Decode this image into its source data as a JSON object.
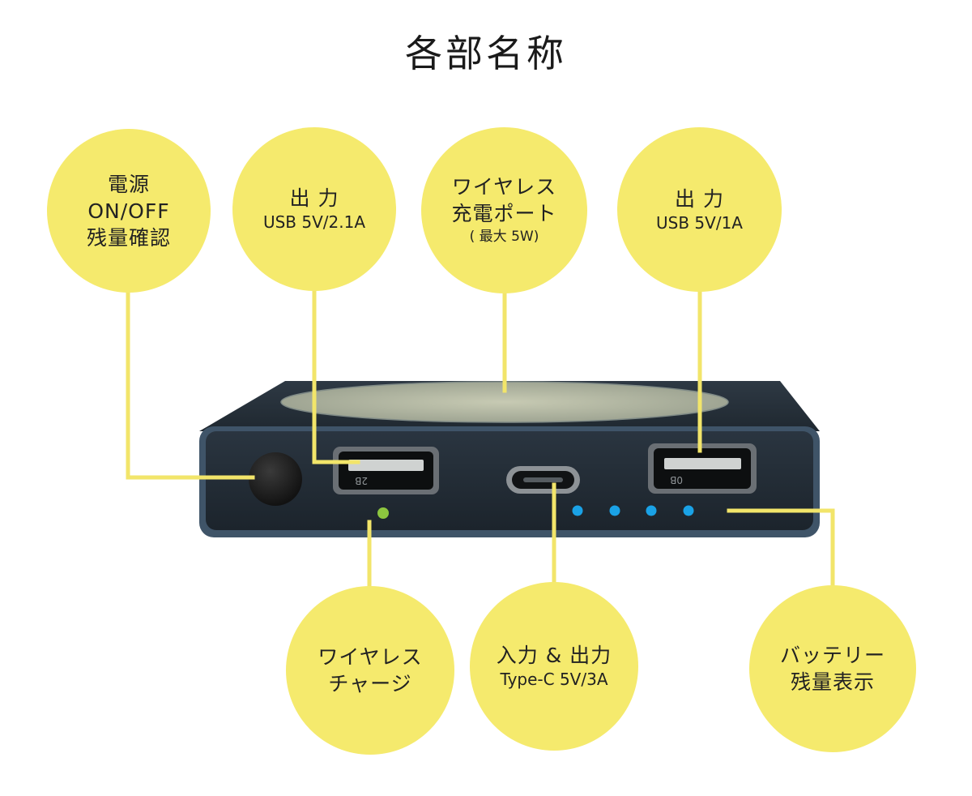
{
  "title": "各部名称",
  "colors": {
    "bubble": "#f5ea6d",
    "leader_line": "#f2e56a",
    "device_body": "#2b3640",
    "device_edge": "#3f5468",
    "led_blue": "#1aa2e6",
    "led_green": "#8dc63f"
  },
  "callouts": {
    "power": {
      "lines": [
        "電源",
        "ON/OFF",
        "残量確認"
      ]
    },
    "usb_out_left": {
      "lines": [
        "出 力",
        "USB 5V/2.1A"
      ]
    },
    "wireless_port": {
      "lines": [
        "ワイヤレス",
        "充電ポート",
        "( 最大 5W)"
      ]
    },
    "usb_out_right": {
      "lines": [
        "出 力",
        "USB 5V/1A"
      ]
    },
    "wireless_charge": {
      "lines": [
        "ワイヤレス",
        "チャージ"
      ]
    },
    "type_c": {
      "lines": [
        "入力 & 出力",
        "Type-C 5V/3A"
      ]
    },
    "battery_level": {
      "lines": [
        "バッテリー",
        "残量表示"
      ]
    }
  },
  "device": {
    "usb_left_label": "2B",
    "usb_right_label": "0B",
    "battery_led_count": 4
  }
}
